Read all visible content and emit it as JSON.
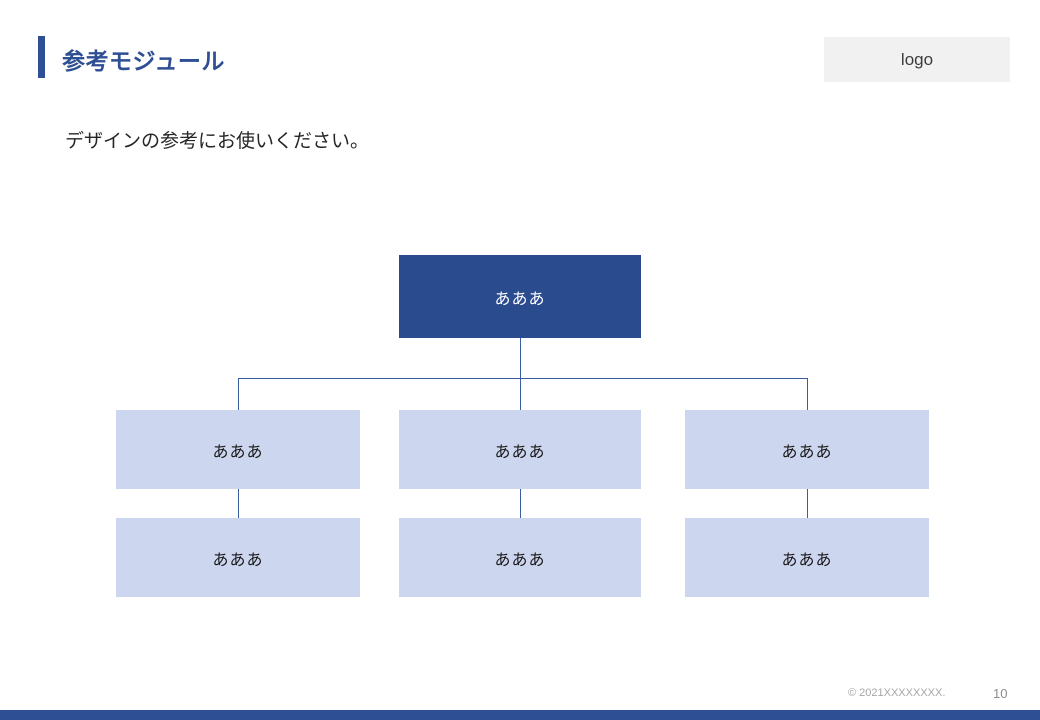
{
  "header": {
    "title": "参考モジュール",
    "accent_color": "#2e4f93",
    "logo_label": "logo",
    "logo_bg": "#f1f1f1"
  },
  "body": {
    "subtitle": "デザインの参考にお使いください。"
  },
  "diagram": {
    "type": "org-chart",
    "root_color": "#2b4b8f",
    "child_color": "#ccd6ef",
    "connector_color": "#3a5ca0",
    "root": {
      "label": "あああ"
    },
    "columns": [
      {
        "middle": {
          "label": "あああ"
        },
        "bottom": {
          "label": "あああ"
        }
      },
      {
        "middle": {
          "label": "あああ"
        },
        "bottom": {
          "label": "あああ"
        }
      },
      {
        "middle": {
          "label": "あああ"
        },
        "bottom": {
          "label": "あああ"
        }
      }
    ]
  },
  "footer": {
    "copyright": "© 2021XXXXXXXX.",
    "page_number": "10",
    "bar_color": "#2e4f93"
  }
}
